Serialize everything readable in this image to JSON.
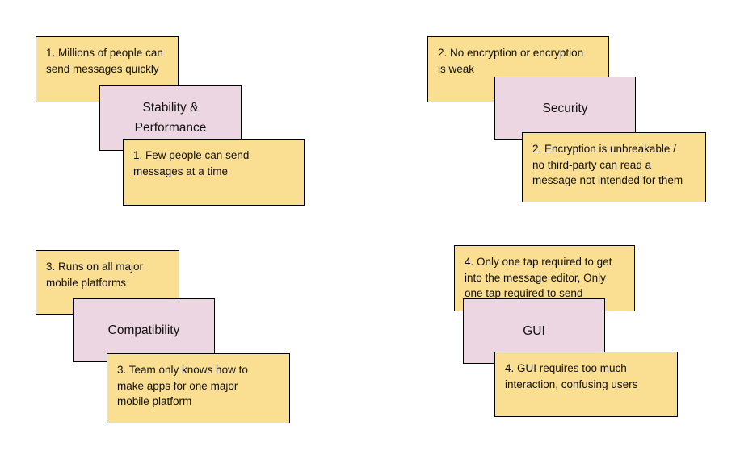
{
  "page": {
    "title": "Requirements Quality Attributes Diagram",
    "background_color": "#ffffff",
    "note_color": "#fade92",
    "theme_color": "#ecd6e1",
    "border_color": "#000000"
  },
  "groups": [
    {
      "id": "stability-performance",
      "theme": "Stability &\nPerformance",
      "positive_note": "1. Millions of people can\nsend messages quickly",
      "negative_note": "1. Few people can send\nmessages at a time"
    },
    {
      "id": "security",
      "theme": "Security",
      "positive_note": "2. No encryption or encryption\nis weak",
      "negative_note": "2. Encryption is unbreakable /\nno third-party can read a\nmessage not intended for them"
    },
    {
      "id": "compatibility",
      "theme": "Compatibility",
      "positive_note": "3. Runs on all major\nmobile platforms",
      "negative_note": "3. Team only knows how to\nmake apps for one major\nmobile platform"
    },
    {
      "id": "gui",
      "theme": "GUI",
      "positive_note": "4. Only one tap required to get\ninto the message editor, Only\none tap required to send",
      "negative_note": "4. GUI requires too much\ninteraction, confusing users"
    }
  ]
}
